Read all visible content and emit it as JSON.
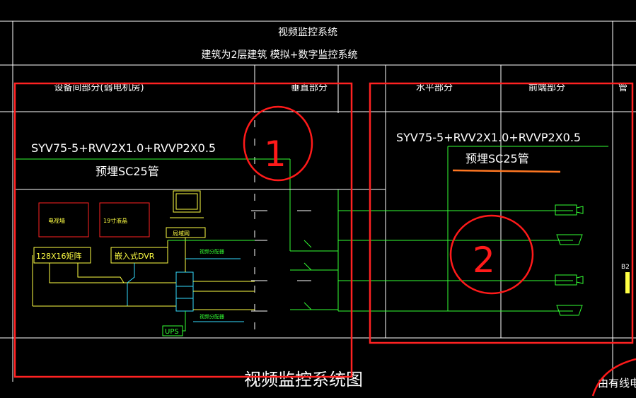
{
  "title": "视频监控系统",
  "subtitle": "建筑为2层建筑 模拟+数字监控系统",
  "columns": {
    "equipment_room": "设备间部分(弱电机房)",
    "vertical": "垂直部分",
    "horizontal": "水平部分",
    "front_end": "前端部分",
    "management_partial": "管"
  },
  "cable_spec_left": "SYV75-5+RVV2X1.0+RVVP2X0.5",
  "conduit_left": "预埋SC25管",
  "cable_spec_right": "SYV75-5+RVV2X1.0+RVVP2X0.5",
  "conduit_right": "预埋SC25管",
  "devices": {
    "tv_wall": "电视墙",
    "lcd_19": "19寸液晶",
    "lan": "局域网",
    "matrix": "128X16矩阵",
    "dvr": "嵌入式DVR",
    "video_distributor": "视频分配器",
    "video_distributor_2": "视频分配器",
    "ups": "UPS"
  },
  "diagram_caption": "视频监控系统图",
  "annotations": {
    "mark_1": "1",
    "mark_2": "2"
  },
  "right_edge_text": "由有线电",
  "right_edge_small": "B2",
  "colors": {
    "background": "#000000",
    "grid": "#ffffff",
    "cable": "#33ff33",
    "box": "#ff2222",
    "device": "#ffff44",
    "cyan": "#33ddff",
    "annotation": "#ff1a1a",
    "underline": "#ff7722"
  }
}
